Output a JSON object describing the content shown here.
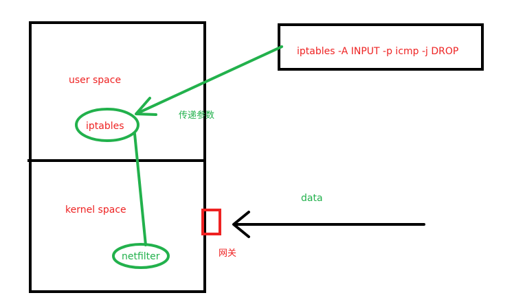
{
  "labels": {
    "user_space": "user space",
    "kernel_space": "kernel space",
    "iptables": "iptables",
    "netfilter": "netfilter",
    "command": "iptables -A INPUT -p icmp -j DROP",
    "pass_params": "传递参数",
    "data": "data",
    "gateway": "网关"
  },
  "colors": {
    "red_text": "#ee2222",
    "green": "#22b14c",
    "black": "#000000",
    "background": "#ffffff"
  }
}
